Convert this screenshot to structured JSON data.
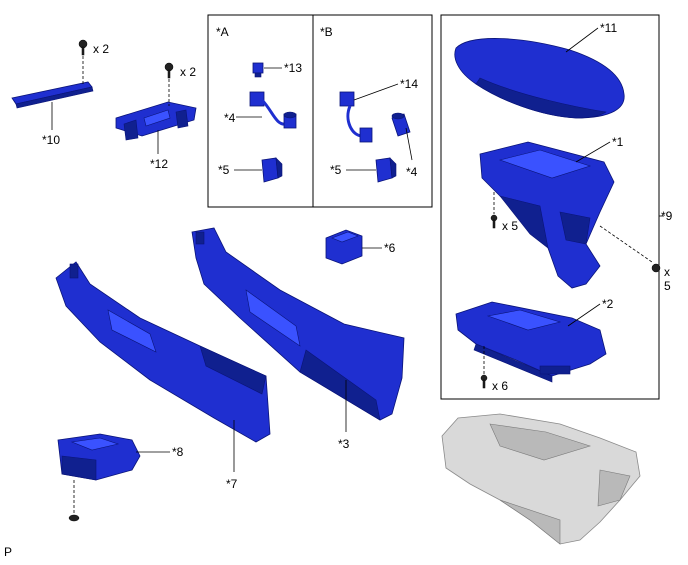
{
  "diagram": {
    "corner_code": "P",
    "boxes": {
      "a": "*A",
      "b": "*B"
    },
    "labels": {
      "p1": "*1",
      "p2": "*2",
      "p3": "*3",
      "p4_a": "*4",
      "p4_b": "*4",
      "p5_a": "*5",
      "p5_b": "*5",
      "p6": "*6",
      "p7": "*7",
      "p8": "*8",
      "p9": "*9",
      "p10": "*10",
      "p11": "*11",
      "p12": "*12",
      "p13": "*13",
      "p14": "*14"
    },
    "quantities": {
      "screw_p10": "x 2",
      "screw_p12": "x 2",
      "screw_p1_left": "x 5",
      "screw_p1_right_x": "x",
      "screw_p1_right_n": "5",
      "screw_p2": "x 6"
    },
    "colors": {
      "part_blue": "#1f2fd0",
      "ghost_grey": "#d9d9d9"
    }
  }
}
